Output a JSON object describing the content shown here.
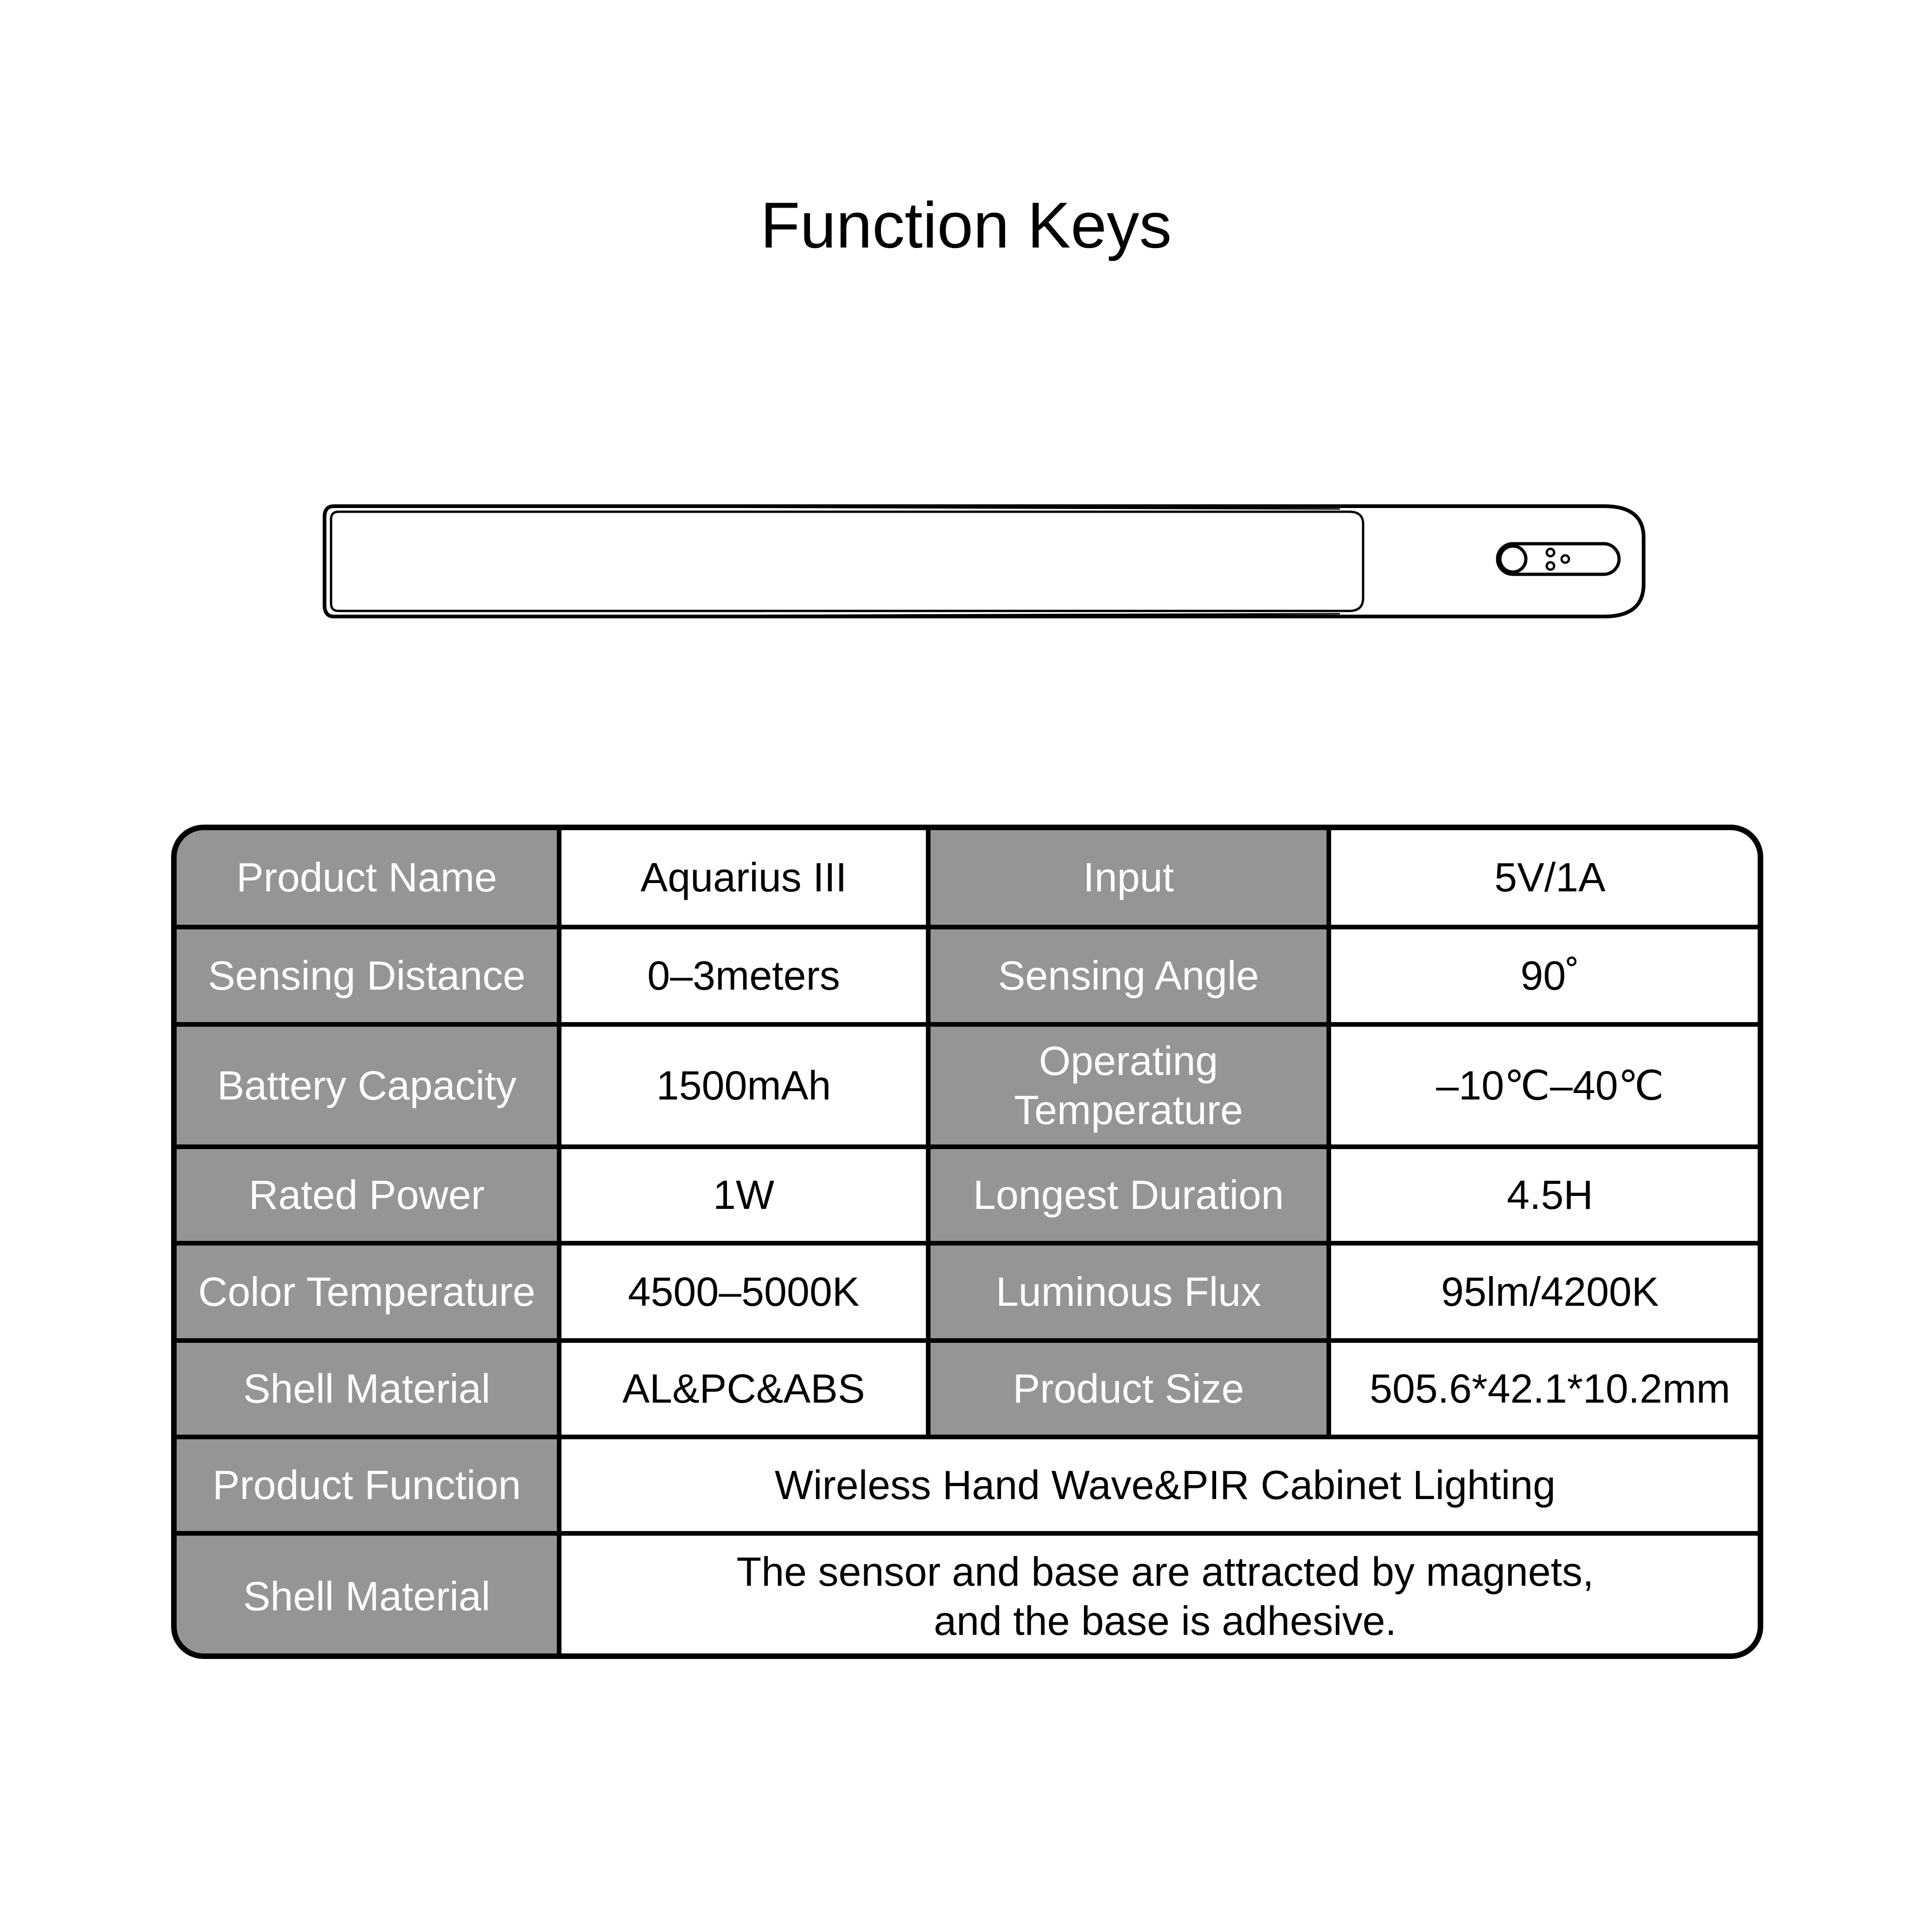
{
  "title": "Function Keys",
  "colors": {
    "header_cell": "#959595",
    "border": "#000000"
  },
  "specs": [
    {
      "k1": "Product Name",
      "v1": "Aquarius III",
      "k2": "Input",
      "v2": "5V/1A"
    },
    {
      "k1": "Sensing Distance",
      "v1": "0–3meters",
      "k2": "Sensing Angle",
      "v2": "90˚"
    },
    {
      "k1": "Battery Capacity",
      "v1": "1500mAh",
      "k2": "Operating\nTemperature",
      "v2": "–10℃–40℃"
    },
    {
      "k1": "Rated Power",
      "v1": "1W",
      "k2": "Longest Duration",
      "v2": "4.5H"
    },
    {
      "k1": "Color Temperature",
      "v1": "4500–5000K",
      "k2": "Luminous Flux",
      "v2": "95lm/4200K"
    },
    {
      "k1": "Shell Material",
      "v1": "AL&PC&ABS",
      "k2": "Product Size",
      "v2": "505.6*42.1*10.2mm"
    }
  ],
  "wide_rows": [
    {
      "k": "Product Function",
      "v": "Wireless Hand Wave&PIR Cabinet Lighting"
    },
    {
      "k": "Shell Material",
      "v": "The sensor and base are attracted by magnets,\nand the base is adhesive."
    }
  ]
}
